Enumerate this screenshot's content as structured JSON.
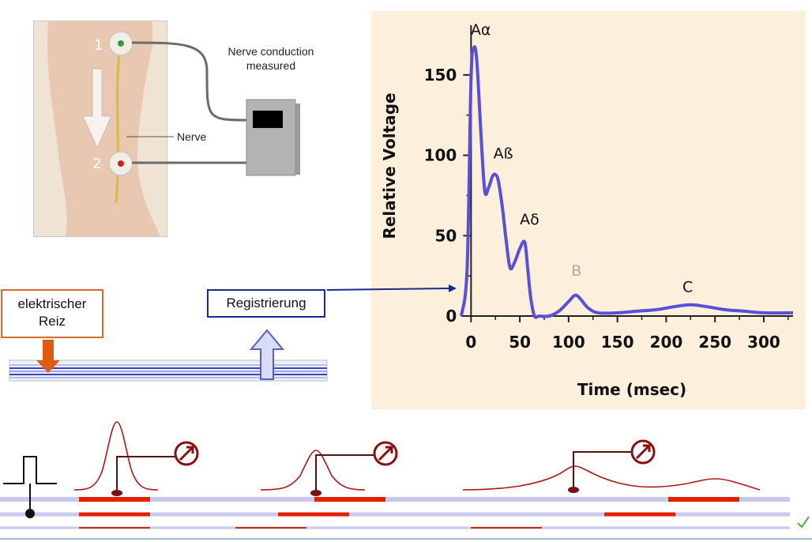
{
  "leg_illustration": {
    "electrode_1": "1",
    "electrode_2": "2",
    "nerve_label": "Nerve",
    "device_label_line1": "Nerve conduction",
    "device_label_line2": "measured"
  },
  "stimulus_box": {
    "line1": "elektrischer",
    "line2": "Reiz"
  },
  "recording_box": {
    "label": "Registrierung"
  },
  "colors": {
    "curve": "#5a4fd8",
    "stimulus": "#e05a10",
    "recording": "#1a2a8a",
    "pulse": "#b01818",
    "fiber": "#c9c9ef"
  },
  "chart_data": {
    "type": "line",
    "xlabel": "Time (msec)",
    "ylabel": "Relative Voltage",
    "xlim": [
      -10,
      330
    ],
    "ylim": [
      0,
      175
    ],
    "xticks": [
      0,
      50,
      100,
      150,
      200,
      250,
      300
    ],
    "yticks": [
      0,
      50,
      100,
      150
    ],
    "series": [
      {
        "x": [
          -10,
          -4,
          0,
          3,
          6,
          10,
          14,
          18,
          22,
          25,
          28,
          32,
          36,
          40,
          45,
          50,
          55,
          58,
          61,
          65,
          70,
          80,
          90,
          100,
          107,
          113,
          120,
          130,
          150,
          170,
          190,
          210,
          225,
          240,
          260,
          280,
          300,
          330
        ],
        "y": [
          0,
          30,
          148,
          167,
          158,
          115,
          78,
          80,
          87,
          88,
          84,
          68,
          47,
          30,
          34,
          42,
          46,
          30,
          12,
          0,
          0,
          0,
          3,
          9,
          13,
          10,
          5,
          2,
          2,
          3,
          4,
          6,
          7,
          6,
          4,
          3,
          2,
          2
        ]
      }
    ],
    "annotations": [
      {
        "text": "Aα",
        "x": 10,
        "y": 175
      },
      {
        "text": "Aß",
        "x": 33,
        "y": 98
      },
      {
        "text": "Aδ",
        "x": 60,
        "y": 57
      },
      {
        "text": "B",
        "x": 108,
        "y": 25
      },
      {
        "text": "C",
        "x": 222,
        "y": 15
      }
    ]
  }
}
